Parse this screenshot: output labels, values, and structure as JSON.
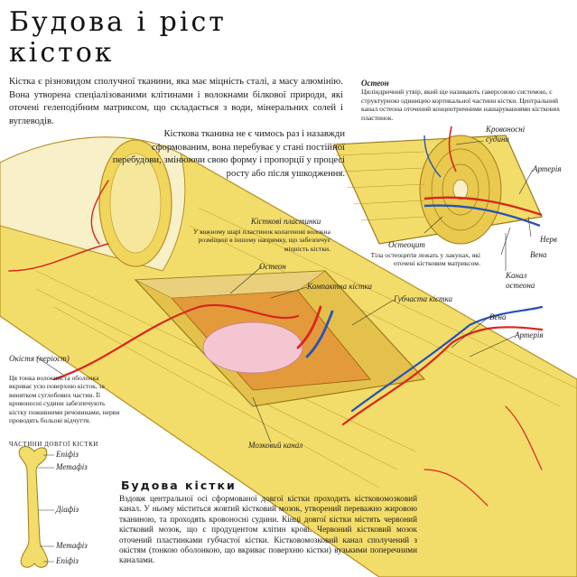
{
  "title": {
    "line1": "Будова і ріст",
    "line2": "кісток"
  },
  "intro": {
    "part1": "Кістка є різновидом сполучної тканини, яка має міцність сталі, а масу алюмінію. Вона утворена спеціалізованими клітинами і волокнами білкової природи, які оточені гелеподібним матриксом, що складається з води, мінеральних солей і вуглеводів.",
    "part2": "Кісткова тканина не є чимось раз і назавжди сформованим, вона перебуває у стані постійної перебудови, змінюючи свою форму і пропорції у процесі росту або після ушкодження."
  },
  "osteon_box": {
    "title": "Остеон",
    "text": "Циліндричний утвір, який ще називають гаверсовою системою, є структурною одиницею кортикальної частини кістки. Центральний канал остеона оточений концентричними нашаруваннями кісткових пластинок."
  },
  "labels": {
    "blood_vessels": "Кровоносні судини",
    "artery_top": "Артерія",
    "nerve": "Нерв",
    "vein_top": "Вена",
    "osteon_canal": "Канал остеона",
    "osteocyte": "Остеоцит",
    "osteocyte_note": "Тіла остеоцитів лежать у лакунах, які оточені кістковим матриксом.",
    "bone_plates": "Кісткові пластинки",
    "bone_plates_note": "У кожному шарі пластинок колагенові волокна розміщені в іншому напрямку, що забезпечує міцність кістки.",
    "osteon": "Остеон",
    "compact_bone": "Компактна кістка",
    "spongy_bone": "Губчаста кістка",
    "vein": "Вена",
    "artery": "Артерія",
    "periosteum": "Окістя (періост)",
    "periosteum_note": "Ця тонка волокниста оболонка вкриває усю поверхню кісток, за винятком суглобових частин. Її кровоносні судини забезпечують кістку поживними речовинами, нерви проводять больові відчуття.",
    "marrow_canal": "Мозковий канал"
  },
  "long_bone": {
    "heading": "Частини довгої кістки",
    "epiphysis_top": "Епіфіз",
    "metaphysis_top": "Метафіз",
    "diaphysis": "Діафіз",
    "metaphysis_bottom": "Метафіз",
    "epiphysis_bottom": "Епіфіз"
  },
  "structure": {
    "heading": "Будова кістки",
    "text": "Вздовж центральної осі сформованої довгої кістки проходить кістковомозковий канал. У ньому міститься жовтий кістковий мозок, утворений переважно жировою тканиною, та проходять кровоносні судини. Кінці довгої кістки містять червоний кістковий мозок, що є продуцентом клітин крові. Червоний кістковий мозок оточений пластинками губчастої кістки. Кістковомозковий канал сполучений з окістям (тонкою оболонкою, що вкриває поверхню кістки) вузькими поперечними каналами."
  },
  "colors": {
    "bone": "#f3dd6a",
    "bone_dark": "#c9a532",
    "artery": "#d7261e",
    "vein": "#2553b8",
    "marrow": "#f4c6d2",
    "periosteum": "#f7f0c8"
  }
}
